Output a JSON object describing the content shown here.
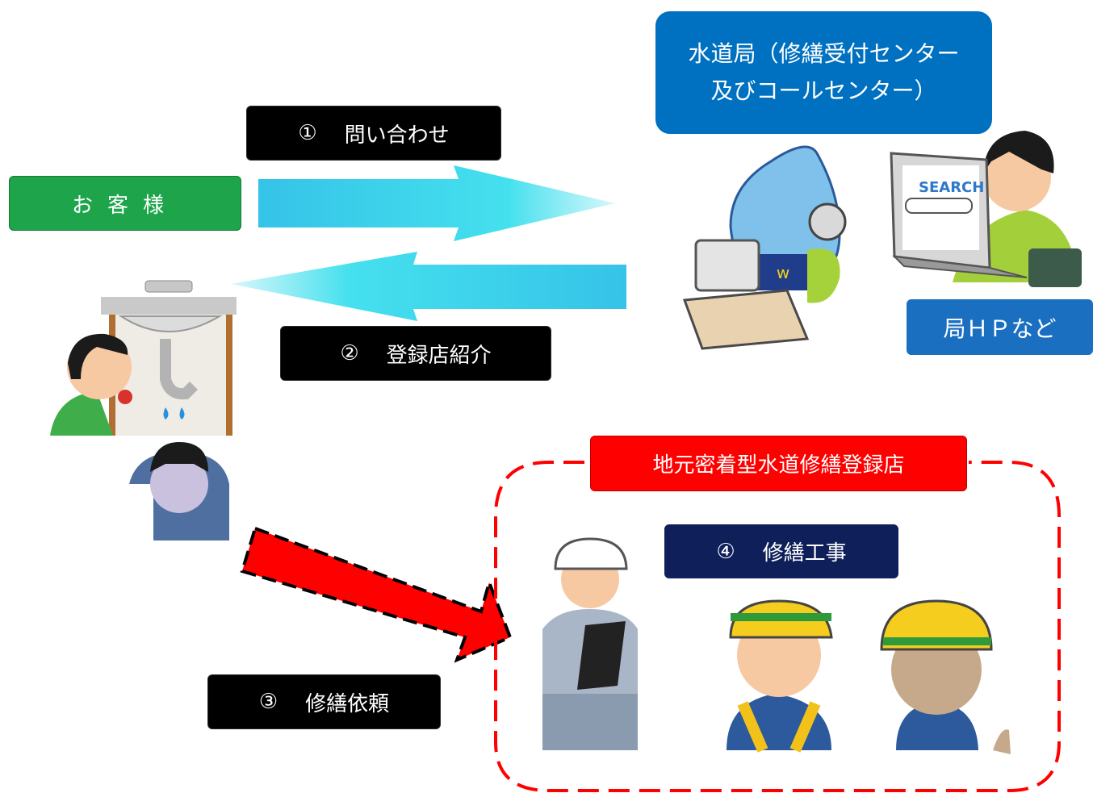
{
  "labels": {
    "inquiry": {
      "num": "①",
      "text": "問い合わせ"
    },
    "referral": {
      "num": "②",
      "text": "登録店紹介"
    },
    "repair_request": {
      "num": "③",
      "text": "修繕依頼"
    },
    "repair_work": {
      "num": "④",
      "text": "修繕工事"
    },
    "customer": "お客様",
    "bureau_line1": "水道局（修繕受付センター",
    "bureau_line2": "及びコールセンター）",
    "hp": "局ＨＰなど",
    "registered_store": "地元密着型水道修繕登録店"
  },
  "illustrations": {
    "search_text": "SEARCH",
    "mascot_badge": "w"
  },
  "colors": {
    "cyan_arrow": "#36c8e6",
    "red_arrow": "#ff0000",
    "customer": "#1ea54b",
    "bureau": "#0070c0",
    "registered": "#ff0000",
    "repair_work": "#0e1f5a"
  }
}
